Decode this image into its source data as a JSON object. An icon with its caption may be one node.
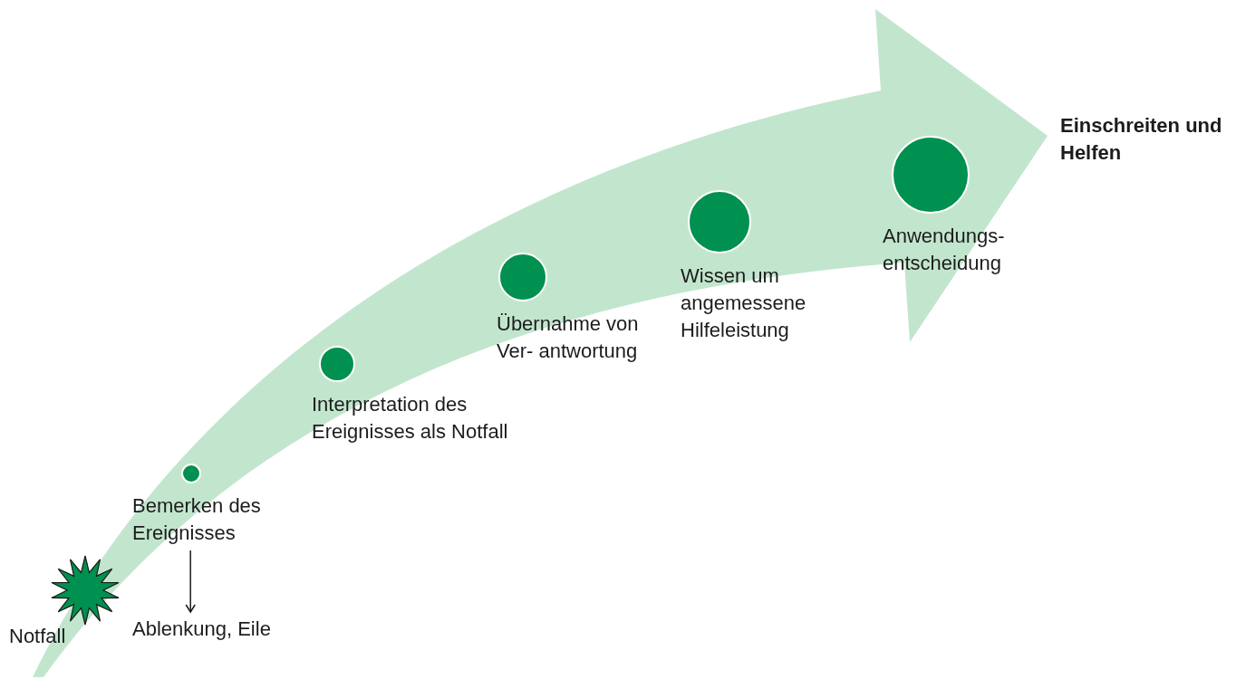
{
  "diagram": {
    "nodes": [
      {
        "text": [
          "Notfall"
        ]
      },
      {
        "text": [
          "Bemerken des Ereignisses"
        ]
      },
      {
        "text": [
          "Ablenkung, Eile"
        ]
      },
      {
        "text": [
          "Interpretation des Ereignisses als Notfall"
        ]
      },
      {
        "text": [
          "Übernahme von Ver- antwortung"
        ]
      },
      {
        "text": [
          "Wissen um angemessene Hilfeleistung"
        ]
      },
      {
        "text": [
          "Anwendungs- entscheidung"
        ]
      },
      {
        "text": [
          "Einschreiten und Helfen"
        ]
      }
    ],
    "edges": [
      {
        "from": 1,
        "to": 2,
        "arrow": "to"
      }
    ]
  }
}
